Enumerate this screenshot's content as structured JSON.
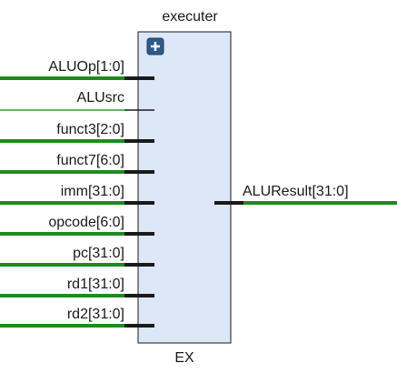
{
  "block": {
    "instance_name": "executer",
    "module_name": "EX",
    "expand_button": "+"
  },
  "ports": {
    "inputs": [
      {
        "name": "ALUOp[1:0]",
        "bus": true
      },
      {
        "name": "ALUsrc",
        "bus": false
      },
      {
        "name": "funct3[2:0]",
        "bus": true
      },
      {
        "name": "funct7[6:0]",
        "bus": true
      },
      {
        "name": "imm[31:0]",
        "bus": true
      },
      {
        "name": "opcode[6:0]",
        "bus": true
      },
      {
        "name": "pc[31:0]",
        "bus": true
      },
      {
        "name": "rd1[31:0]",
        "bus": true
      },
      {
        "name": "rd2[31:0]",
        "bus": true
      }
    ],
    "outputs": [
      {
        "name": "ALUResult[31:0]",
        "bus": true
      }
    ]
  },
  "colors": {
    "block_fill": "#dce7f7",
    "block_border": "#1a1a1a",
    "wire": "#1f8a1f",
    "button_fill": "#2f5a8a"
  },
  "icons": {
    "expand": "plus-icon"
  }
}
